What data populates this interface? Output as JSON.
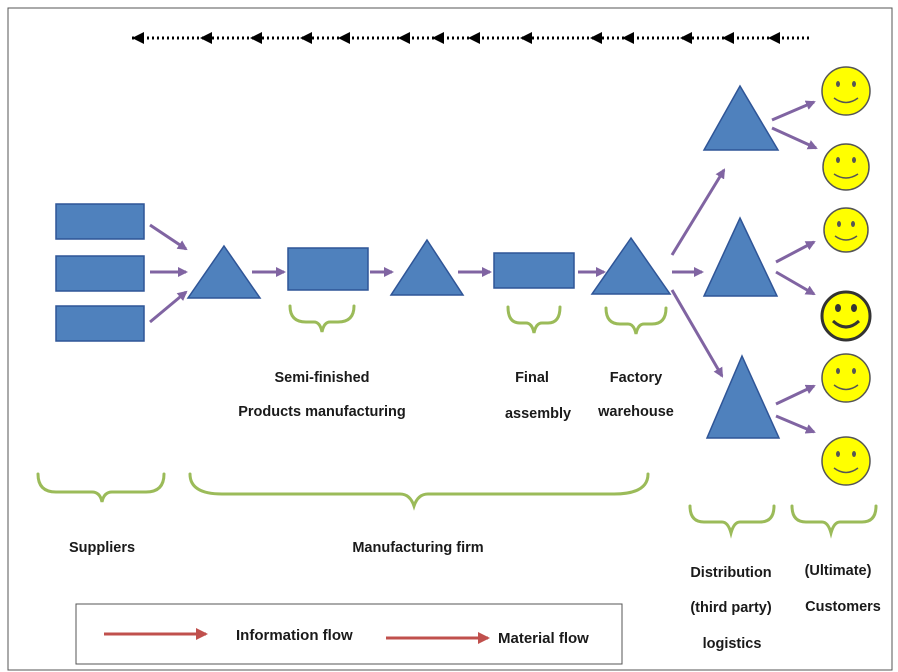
{
  "labels": {
    "semi_finished_line1": "Semi-finished",
    "semi_finished_line2": "Products manufacturing",
    "final_line1": "Final",
    "final_line2": "assembly",
    "factory_line1": "Factory",
    "factory_line2": "warehouse",
    "suppliers": "Suppliers",
    "manufacturing_firm": "Manufacturing firm",
    "distribution_line1": "Distribution",
    "distribution_line2": "(third party)",
    "distribution_line3": "logistics",
    "customers_line1": "(Ultimate)",
    "customers_line2": "Customers"
  },
  "legend": {
    "information_flow": "Information flow",
    "material_flow": "Material flow"
  },
  "colors": {
    "node_fill": "#4f81bd",
    "node_stroke": "#2f5597",
    "material_arrow": "#8064a2",
    "legend_arrow": "#c0504d",
    "brace": "#9bbb59",
    "smiley_fill": "#ffff00",
    "info_arrow": "#000000"
  },
  "icons": {
    "customer": "smiley-face-icon",
    "stage_rect": "process-box",
    "stage_triangle": "inventory-triangle"
  }
}
